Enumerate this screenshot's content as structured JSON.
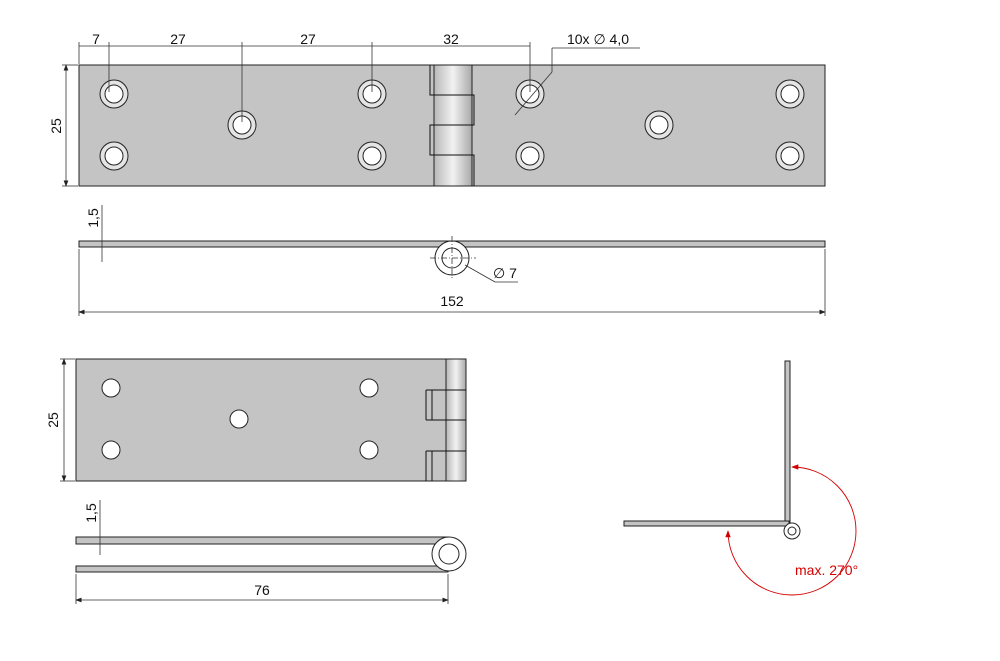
{
  "top_view": {
    "dims": [
      "7",
      "27",
      "27",
      "32"
    ],
    "hole_callout": "10x ∅ 4,0",
    "height": "25"
  },
  "side_view_open": {
    "thickness": "1,5",
    "pin_diameter": "∅ 7",
    "length": "152"
  },
  "folded_view": {
    "height": "25",
    "thickness": "1,5",
    "length": "76"
  },
  "rotation_view": {
    "angle_label": "max. 270°",
    "accent_color": "#d40000"
  }
}
